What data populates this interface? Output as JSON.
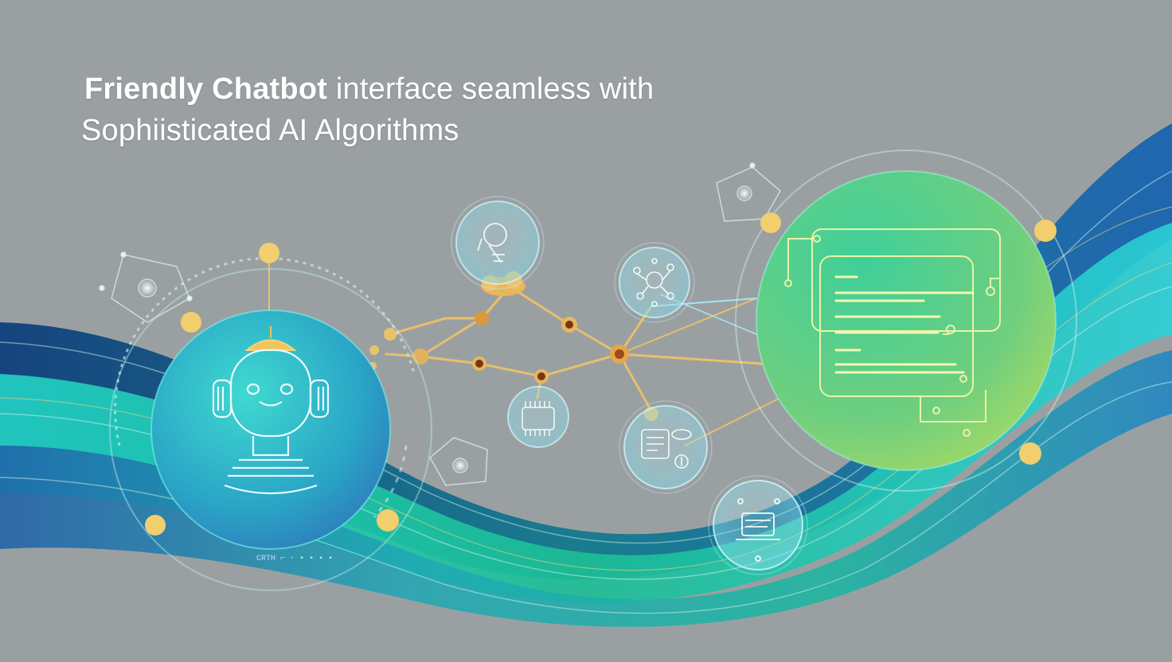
{
  "headline": {
    "bold": "Friendly Chatbot",
    "rest": "interface seamless with",
    "line2": "Sophiisticated AI Algorithms"
  },
  "colors": {
    "background": "#9aa0a2",
    "teal": "#22d3c5",
    "blue": "#1f6fb3",
    "green": "#7ccf6e",
    "gold": "#f0c75a",
    "brown": "#8a4a24"
  },
  "icons": {
    "robot": "robot-head-icon",
    "chat": "chat-window-icon",
    "lightbulb": "lightbulb-icon",
    "brain": "brain-circuit-icon",
    "chip": "chip-icon",
    "dashboard": "dashboard-icon",
    "laptop": "laptop-icon"
  }
}
